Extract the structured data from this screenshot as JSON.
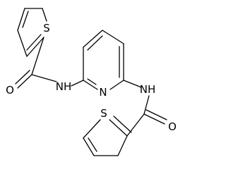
{
  "molecule": {
    "atoms": {
      "thiophene_top_S": "S",
      "carbonyl_top_O": "O",
      "amide_top_N": "NH",
      "pyridine_N": "N",
      "amide_bottom_N": "NH",
      "thiophene_bottom_S": "S",
      "carbonyl_bottom_O": "O"
    }
  }
}
